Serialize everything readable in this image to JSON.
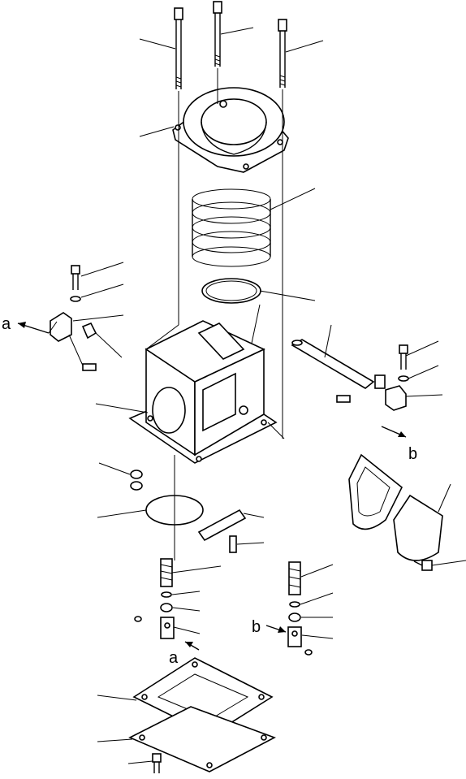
{
  "callouts": {
    "view_a_arrow": "a",
    "view_a_bottom": "a",
    "view_b_arrow": "b",
    "view_b_bottom": "b"
  }
}
